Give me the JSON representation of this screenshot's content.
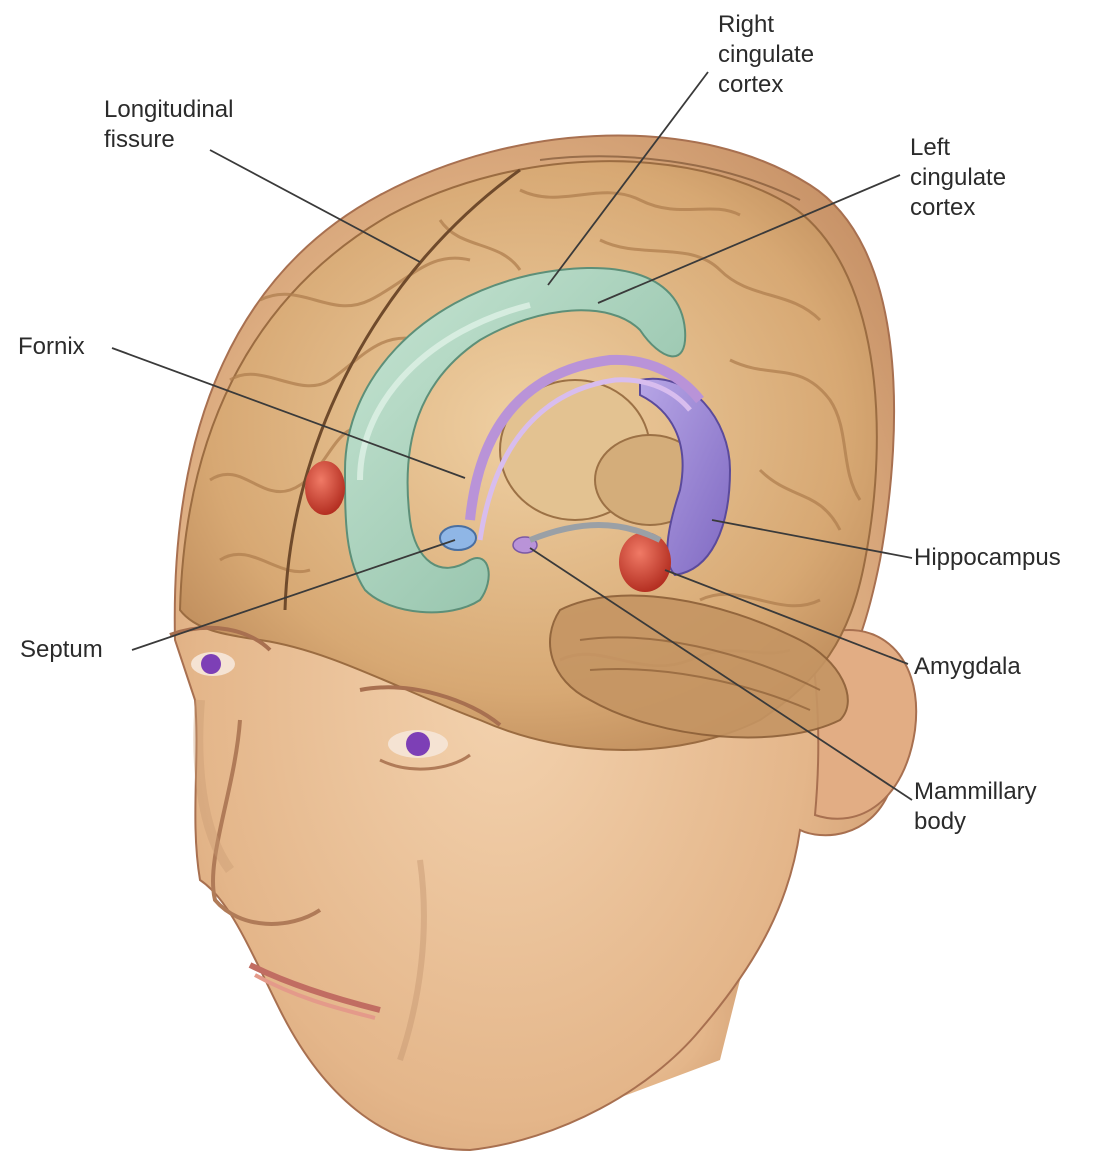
{
  "labels": {
    "right_cingulate_cortex": "Right\ncingulate\ncortex",
    "longitudinal_fissure": "Longitudinal\nfissure",
    "left_cingulate_cortex": "Left\ncingulate\ncortex",
    "fornix": "Fornix",
    "hippocampus": "Hippocampus",
    "septum": "Septum",
    "amygdala": "Amygdala",
    "mammillary_body": "Mammillary\nbody"
  },
  "colors": {
    "skin": "#e9c096",
    "skin_shadow": "#c9916a",
    "brain": "#d7a873",
    "brain_dark": "#a97a4c",
    "cingulate": "#a7d0bb",
    "hippocampus": "#9b87d4",
    "amygdala": "#d23c2c",
    "fornix": "#c9a7df",
    "eye": "#7d3fb6",
    "leader_line": "#3a3a3a"
  }
}
